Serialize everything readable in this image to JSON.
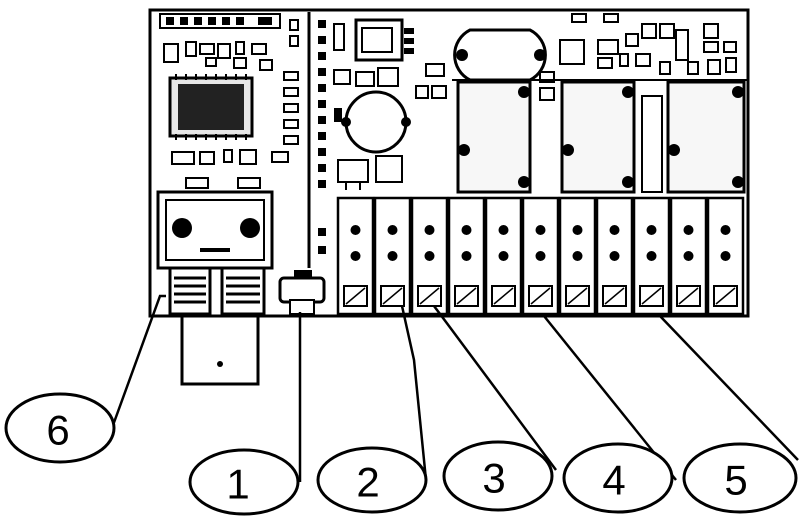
{
  "figure": {
    "description_alt": "",
    "callouts": [
      {
        "id": "1",
        "label": "1"
      },
      {
        "id": "2",
        "label": "2"
      },
      {
        "id": "3",
        "label": "3"
      },
      {
        "id": "4",
        "label": "4"
      },
      {
        "id": "5",
        "label": "5"
      },
      {
        "id": "6",
        "label": "6"
      }
    ]
  },
  "colors": {
    "ink": "#000000",
    "board_bg": "#ffffff",
    "relay_fill": "#f7f7f7",
    "chip_fill": "#e8e8e8"
  }
}
